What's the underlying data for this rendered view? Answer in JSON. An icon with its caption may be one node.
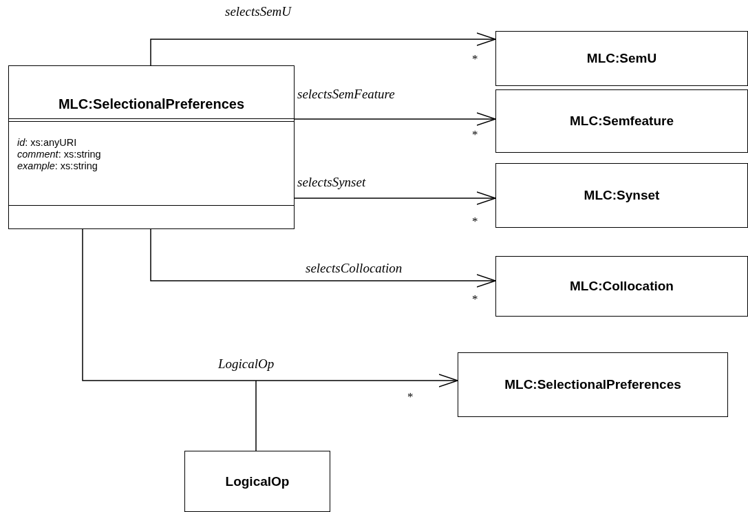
{
  "diagram": {
    "nodes": [
      {
        "text": [
          "MLC:SelectionalPreferences",
          "*id*: xs:anyURI",
          "*comment*: xs:string",
          "*example*: xs:string"
        ]
      },
      {
        "text": [
          "MLC:SemU"
        ]
      },
      {
        "text": [
          "MLC:Semfeature"
        ]
      },
      {
        "text": [
          "MLC:Synset"
        ]
      },
      {
        "text": [
          "MLC:Collocation"
        ]
      },
      {
        "text": [
          "MLC:SelectionalPreferences"
        ]
      },
      {
        "text": [
          "LogicalOp"
        ]
      }
    ],
    "edges": [
      {
        "from": 0,
        "to": 1,
        "arrow": "to",
        "label": "selectsSemU"
      },
      {
        "from": 0,
        "to": 2,
        "arrow": "to",
        "label": "selectsSemFeature"
      },
      {
        "from": 0,
        "to": 3,
        "arrow": "to",
        "label": "selectsSynset"
      },
      {
        "from": 0,
        "to": 4,
        "arrow": "to",
        "label": "selectsCollocation"
      },
      {
        "from": 0,
        "to": 5,
        "arrow": "to",
        "label": "LogicalOp"
      },
      {
        "from": 6,
        "to": null,
        "arrow": "none"
      }
    ],
    "labels": [
      "*",
      "*",
      "*",
      "*",
      "*"
    ]
  }
}
